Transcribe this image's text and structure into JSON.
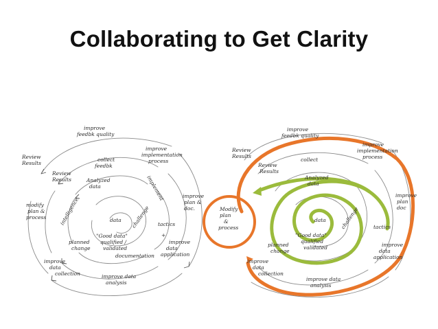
{
  "title": "Collaborating to Get Clarity",
  "left_diagram": {
    "labels": {
      "improve_feedbk_quality": [
        "improve",
        "feedbk quality"
      ],
      "review_results": [
        "Review",
        "Results"
      ],
      "improve_implementation_process": [
        "improve",
        "implementation",
        "process"
      ],
      "review_results_inner": [
        "Review",
        "Results"
      ],
      "collect_feedbk": [
        "collect",
        "feedbk"
      ],
      "modify_plan_process": [
        "modify",
        "plan &",
        "process"
      ],
      "analyzed_data": [
        "Analyzed",
        "data"
      ],
      "intelligence": "intelligence",
      "implement": "implement",
      "improve_plan_doc": [
        "improve",
        "plan &",
        "doc."
      ],
      "data": "data",
      "challenge": "challenge",
      "tactics": "tactics",
      "plus": "+",
      "good_data": [
        "\"Good data\"",
        "qualified /",
        "validated"
      ],
      "planned_change": [
        "planned",
        "change"
      ],
      "documentation": "documentation",
      "improve_data_application": [
        "improve",
        "data",
        "application"
      ],
      "improve_data_collection": [
        "improve",
        "data",
        "collection"
      ],
      "improve_data_analysis": [
        "improve data",
        "analysis"
      ]
    }
  },
  "right_diagram": {
    "labels": {
      "improve_feedbk_quality": [
        "improve",
        "feedbk quality"
      ],
      "review_results": [
        "Review",
        "Results"
      ],
      "improve_implementation_process": [
        "improve",
        "implementation",
        "process"
      ],
      "review_results_inner": [
        "Review",
        "Results"
      ],
      "collect": "collect",
      "analyzed_data": [
        "Analyzed",
        "data"
      ],
      "modify_plan_process": [
        "Modify",
        "plan",
        "&",
        "process"
      ],
      "data": "data",
      "challenge": "challenge",
      "improve_plan_doc": [
        "improve",
        "plan",
        "doc"
      ],
      "tactics": "tactics",
      "good_data": [
        "\"Good data\"",
        "qualified",
        "validated"
      ],
      "planned_change": [
        "planned",
        "change"
      ],
      "improve_data_application": [
        "improve",
        "data",
        "application"
      ],
      "improve_data_collection": [
        "improve",
        "data",
        "collection"
      ],
      "improve_data_analysis": [
        "improve data",
        "analysis"
      ]
    },
    "colors": {
      "outer_loop": "#E8762A",
      "inner_spiral": "#9BBB3C",
      "highlight_circle": "#E8762A"
    }
  }
}
